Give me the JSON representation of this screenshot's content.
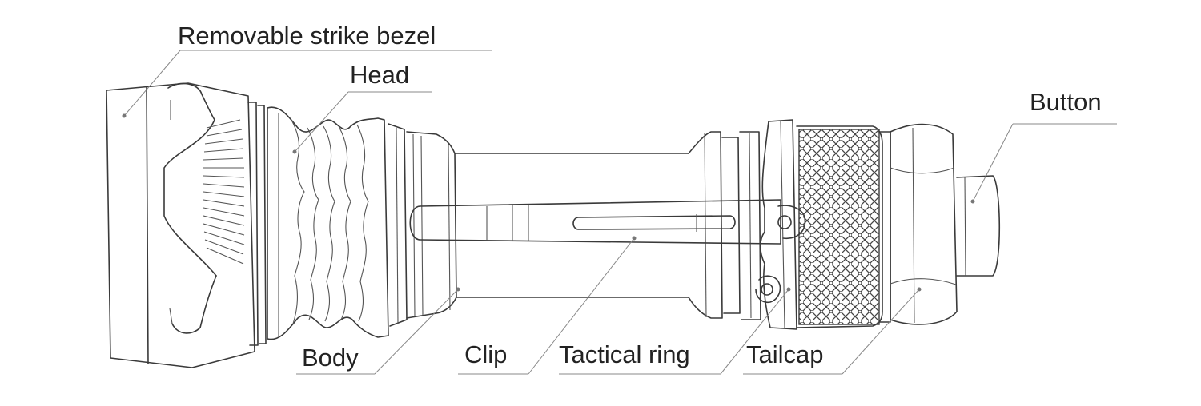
{
  "labels": {
    "bezel": "Removable strike bezel",
    "head": "Head",
    "button": "Button",
    "body": "Body",
    "clip": "Clip",
    "ring": "Tactical ring",
    "tailcap": "Tailcap"
  },
  "colors": {
    "line": "#3a3a3a",
    "text": "#222222",
    "leader": "#888888"
  }
}
